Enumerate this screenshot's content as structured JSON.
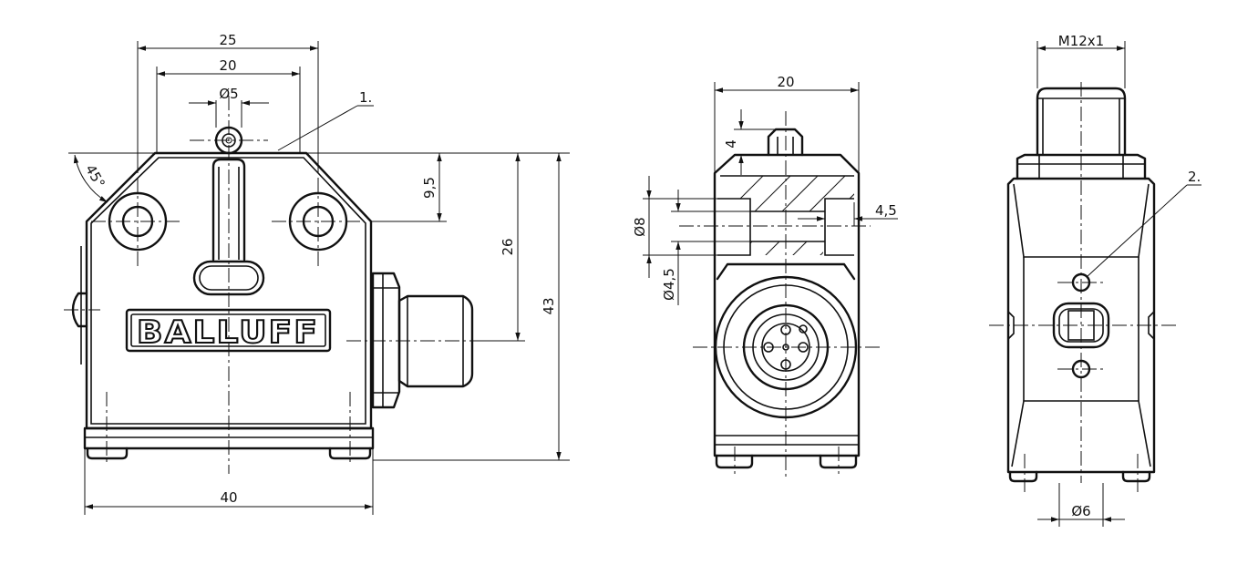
{
  "brand": {
    "logo_text": "BALLUFF"
  },
  "callouts": {
    "callout_1": "1.",
    "callout_2": "2."
  },
  "front_view": {
    "dim_top_width": "25",
    "dim_hole_spacing": "20",
    "dim_plunger_dia": "Ø5",
    "dim_chamfer_angle": "45°",
    "dim_hole_height": "9,5",
    "dim_connector_height": "26",
    "dim_total_height": "43",
    "dim_base_width": "40"
  },
  "side_view": {
    "dim_width": "20",
    "dim_plunger_height": "4",
    "dim_counterbore_dia": "Ø8",
    "dim_hole_dia": "Ø4,5",
    "dim_counterbore_depth": "4,5"
  },
  "rear_view": {
    "dim_thread": "M12x1",
    "dim_pin_dia": "Ø6"
  }
}
